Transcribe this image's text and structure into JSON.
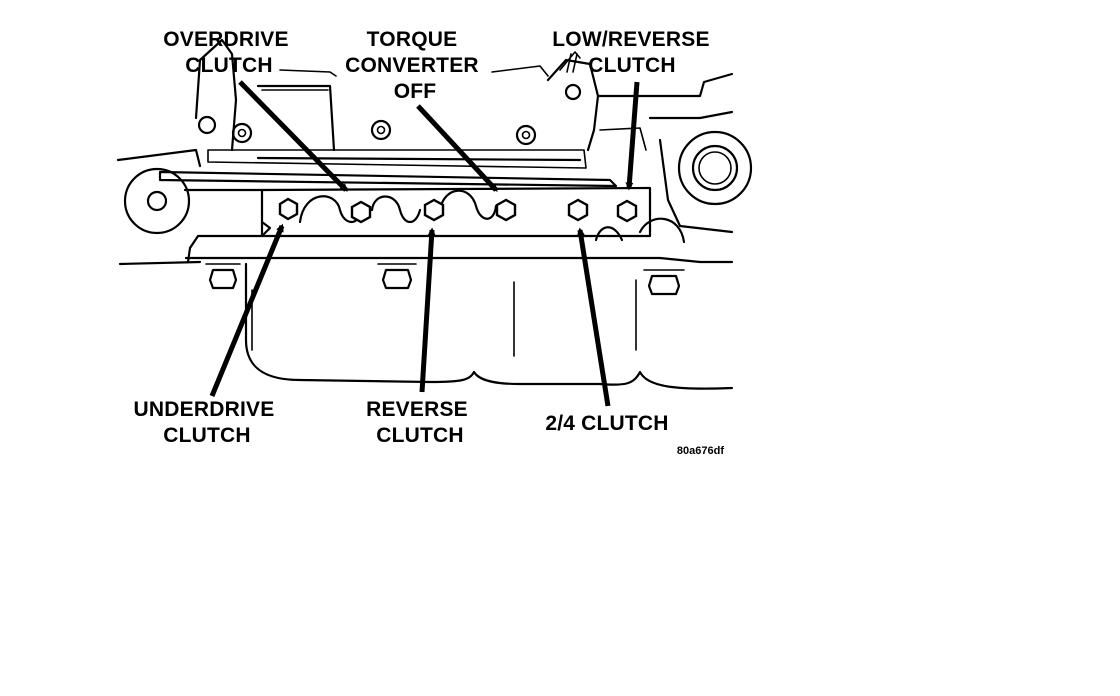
{
  "labels": {
    "overdrive_clutch": [
      "OVERDRIVE",
      "CLUTCH"
    ],
    "torque_converter_off": [
      "TORQUE",
      "CONVERTER",
      "OFF"
    ],
    "low_reverse_clutch": [
      "LOW/REVERSE",
      "CLUTCH"
    ],
    "underdrive_clutch": [
      "UNDERDRIVE",
      "CLUTCH"
    ],
    "reverse_clutch": [
      "REVERSE",
      "CLUTCH"
    ],
    "two_four_clutch": "2/4 CLUTCH"
  },
  "figure_code": "80a676df",
  "colors": {
    "ink": "#000000",
    "background": "#ffffff"
  }
}
